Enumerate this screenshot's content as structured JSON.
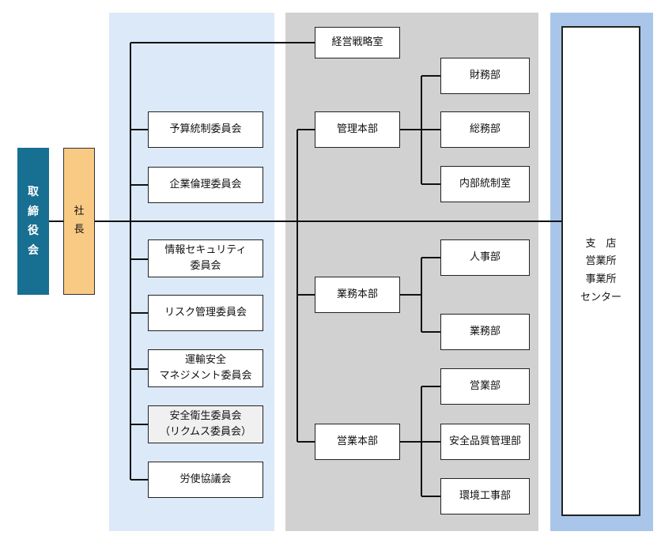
{
  "board": "取\n締\n役\n会",
  "president": "社\n長",
  "committees": [
    "予算統制委員会",
    "企業倫理委員会",
    "情報セキュリティ\n委員会",
    "リスク管理委員会",
    "運輸安全\nマネジメント委員会",
    "安全衛生委員会\n（リクムス委員会）",
    "労使協議会"
  ],
  "strategy_office": "経営戦略室",
  "divisions": {
    "management": {
      "name": "管理本部",
      "departments": [
        "財務部",
        "総務部",
        "内部統制室"
      ]
    },
    "business": {
      "name": "業務本部",
      "departments": [
        "人事部",
        "業務部"
      ]
    },
    "sales": {
      "name": "営業本部",
      "departments": [
        "営業部",
        "安全品質管理部",
        "環境工事部"
      ]
    }
  },
  "branch": "支　店\n営業所\n事業所\nセンター"
}
